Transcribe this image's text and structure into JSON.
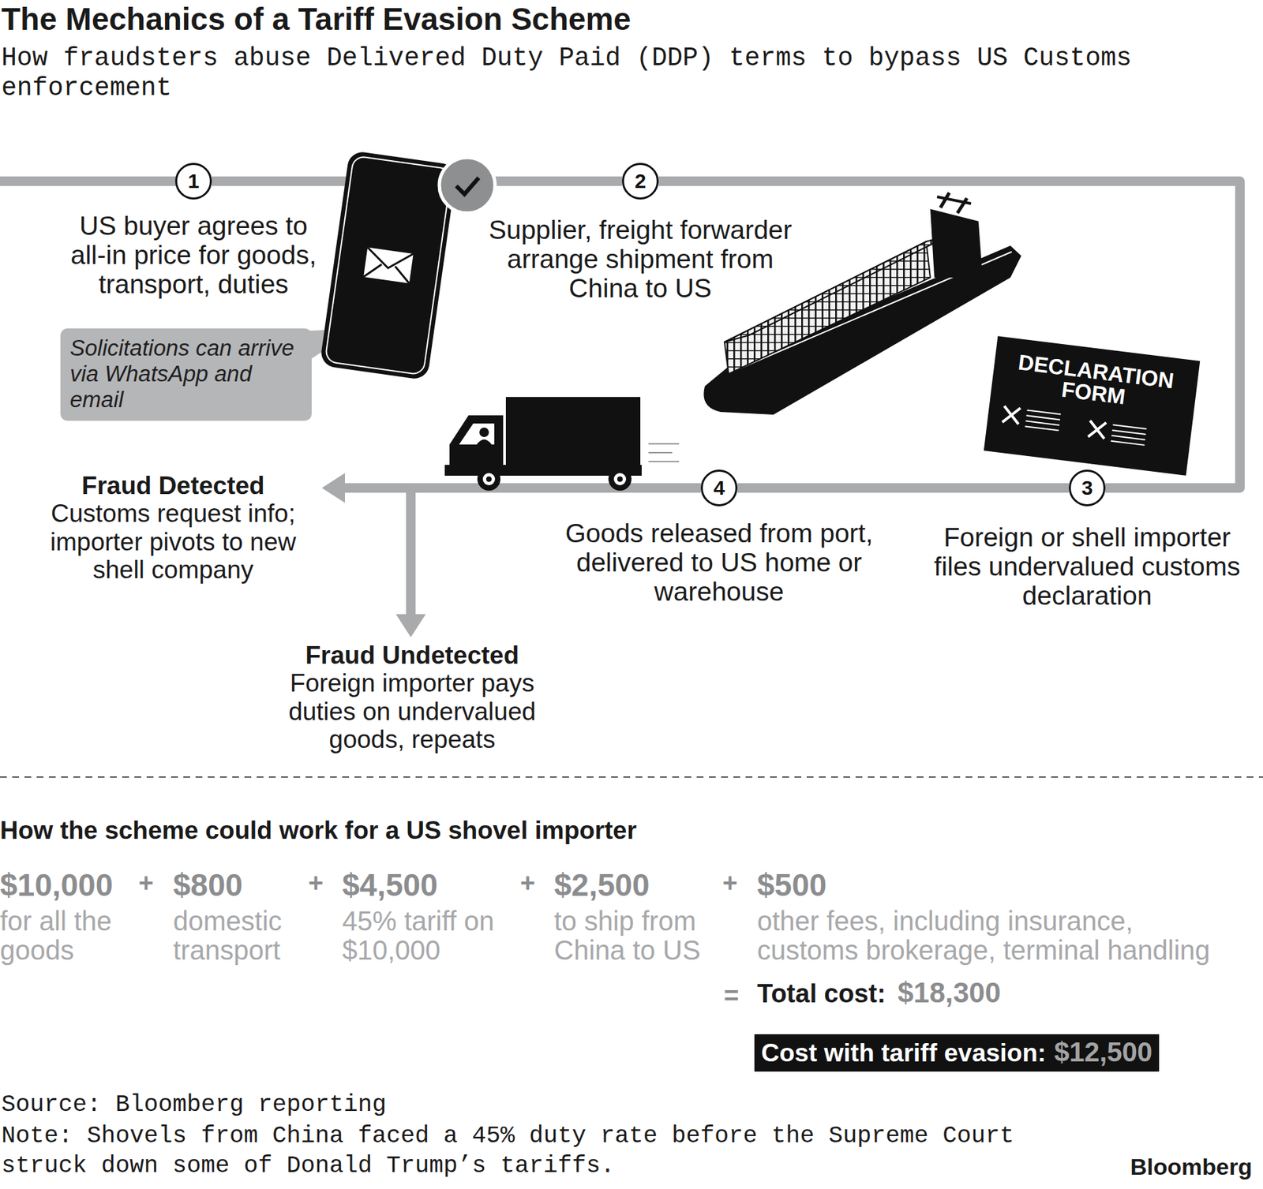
{
  "diagram": {
    "title": "The Mechanics of a Tariff Evasion Scheme",
    "caption": "How fraudsters abuse Delivered Duty Paid (DDP) terms to bypass US Customs enforcement",
    "nodes": [
      {
        "text": [
          "1",
          "US buyer agrees to all-in price for goods, transport, duties"
        ]
      },
      {
        "text": [
          "Solicitations can arrive via WhatsApp and email"
        ]
      },
      {
        "text": [
          "2",
          "Supplier, freight forwarder arrange shipment from China to US"
        ]
      },
      {
        "text": [
          "DECLARATION FORM"
        ]
      },
      {
        "text": [
          "3",
          "Foreign or shell importer files undervalued customs declaration"
        ]
      },
      {
        "text": [
          "4",
          "Goods released from port, delivered to US home or warehouse"
        ]
      },
      {
        "text": [
          "Fraud Detected",
          "Customs request info; importer pivots to new shell company"
        ]
      },
      {
        "text": [
          "Fraud Undetected",
          "Foreign importer pays duties on undervalued goods, repeats"
        ]
      },
      {
        "text": [
          "Cost with tariff evasion:",
          "$12,500"
        ]
      }
    ],
    "edges": [
      {
        "from": 0,
        "to": 2,
        "arrow": "none"
      },
      {
        "from": 2,
        "to": 4,
        "arrow": "none"
      },
      {
        "from": 4,
        "to": 5,
        "arrow": "none"
      },
      {
        "from": 5,
        "to": 6,
        "arrow": "to"
      },
      {
        "from": 5,
        "to": 7,
        "arrow": "to"
      }
    ],
    "labels": [
      "How the scheme could work for a US shovel importer",
      "$10,000",
      "for all the goods",
      "+",
      "$800",
      "domestic transport",
      "+",
      "$4,500",
      "45% tariff on $10,000",
      "+",
      "$2,500",
      "to ship from China to US",
      "+",
      "$500",
      "other fees, including insurance, customs brokerage, terminal handling",
      "=",
      "Total cost:",
      "$18,300",
      "Source: Bloomberg reporting",
      "Note: Shovels from China faced a 45% duty rate before the Supreme Court struck down some of Donald Trump’s tariffs.",
      "Bloomberg"
    ]
  }
}
